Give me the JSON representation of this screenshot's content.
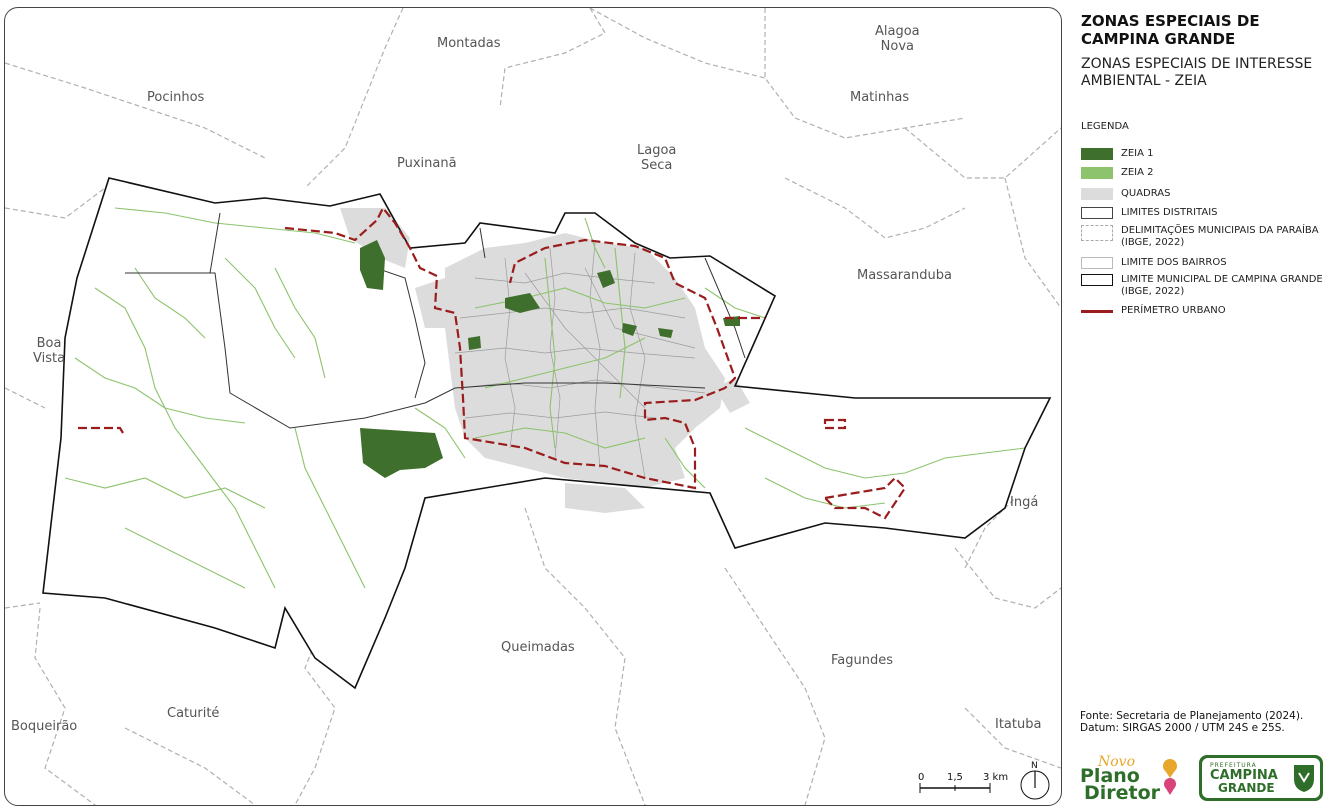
{
  "title": "ZONAS ESPECIAIS DE CAMPINA GRANDE",
  "subtitle": "ZONAS ESPECIAIS DE INTERESSE AMBIENTAL - ZEIA",
  "legend": {
    "title": "LEGENDA",
    "items": [
      {
        "label": "ZEIA 1",
        "symbol": "fill",
        "color": "#3f6f2c"
      },
      {
        "label": "ZEIA 2",
        "symbol": "fill",
        "color": "#8cc36c"
      },
      {
        "label": "QUADRAS",
        "symbol": "fill",
        "color": "#dcdcdc"
      },
      {
        "label": "LIMITES DISTRITAIS",
        "symbol": "outline",
        "color": "#444444"
      },
      {
        "label": "DELIMITAÇÕES MUNICIPAIS DA PARAÍBA (IBGE, 2022)",
        "symbol": "dashed-outline",
        "color": "#aaaaaa"
      },
      {
        "label": "LIMITE DOS BAIRROS",
        "symbol": "outline",
        "color": "#bbbbbb"
      },
      {
        "label": "LIMITE MUNICIPAL DE CAMPINA GRANDE (IBGE, 2022)",
        "symbol": "thick-outline",
        "color": "#111111"
      },
      {
        "label": "PERÍMETRO URBANO",
        "symbol": "dash-line",
        "color": "#9b1c1c"
      }
    ]
  },
  "places": [
    "Montadas",
    "Alagoa\nNova",
    "Pocinhos",
    "Matinhas",
    "Puxinanã",
    "Lagoa\nSeca",
    "Massaranduba",
    "Boa\nVista",
    "Ingá",
    "Queimadas",
    "Fagundes",
    "Boqueirão",
    "Caturité",
    "Itatuba"
  ],
  "scale": {
    "labels": [
      "0",
      "1,5",
      "3 km"
    ]
  },
  "north_arrow": {
    "label": "N"
  },
  "source": {
    "line1": "Fonte: Secretaria de Planejamento (2024).",
    "line2": "Datum: SIRGAS 2000 / UTM 24S e 25S."
  },
  "logos": {
    "plano_diretor": [
      "Novo",
      "Plano",
      "Diretor"
    ],
    "campina_grande": [
      "PREFEITURA",
      "CAMPINA",
      "GRANDE"
    ]
  },
  "colors": {
    "zeia1": "#3f6f2c",
    "zeia2": "#8cc36c",
    "quadras": "#dcdcdc",
    "perimetro": "#9b1c1c",
    "limite_municipal": "#111111"
  }
}
